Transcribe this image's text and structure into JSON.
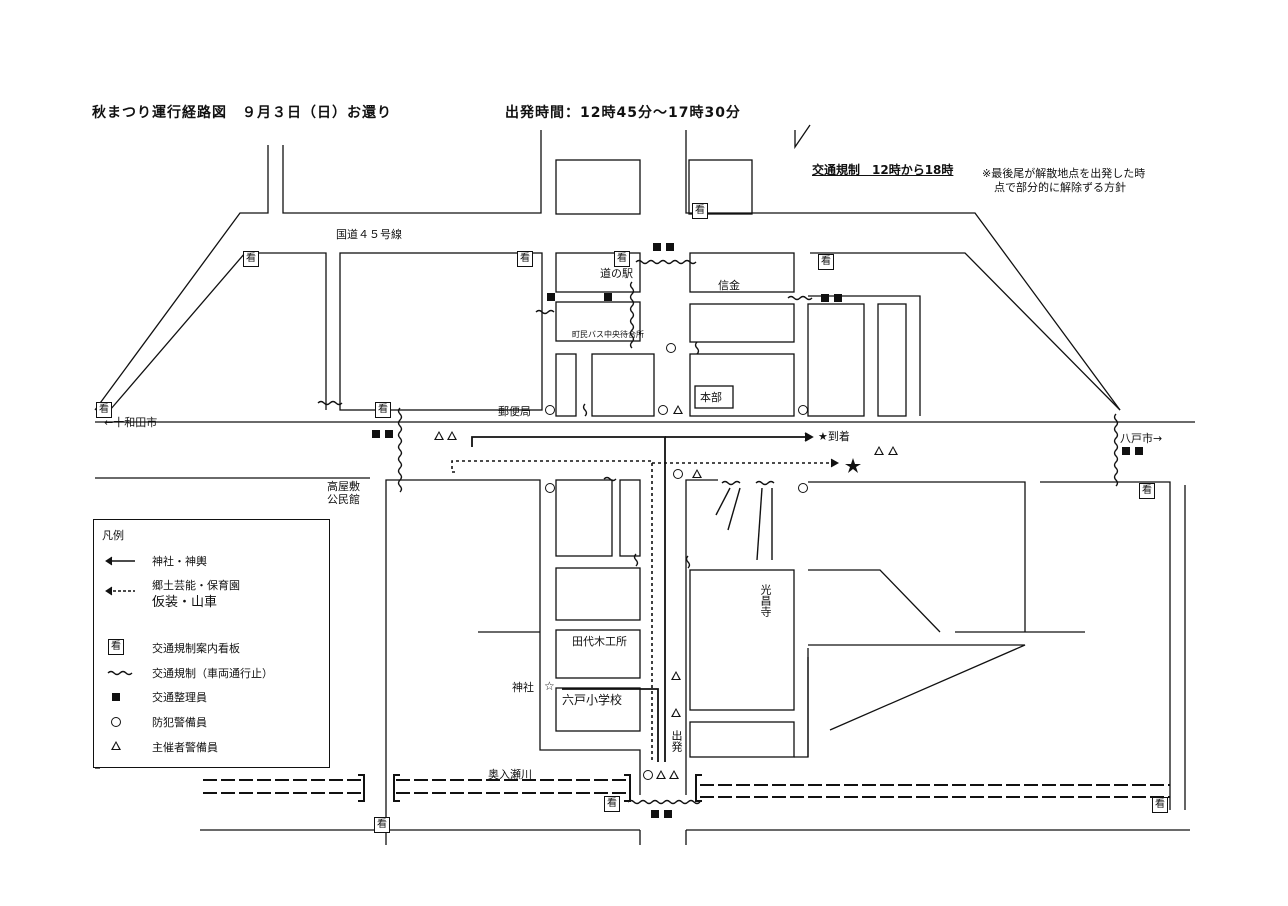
{
  "header": {
    "title": "秋まつり運行経路図　９月３日（日）お還り",
    "departure": "出発時間：12時45分～17時30分",
    "traffic_control": "交通規制　12時から18時",
    "note_line1": "※最後尾が解散地点を出発した時",
    "note_line2": "点で部分的に解除ずる方針"
  },
  "labels": {
    "route45": "国道４５号線",
    "michinoeki": "道の駅",
    "shinkin": "信金",
    "bus_waiting": "町民バス中央待合所",
    "honbu": "本部",
    "post_office": "郵便局",
    "towada": "←十和田市",
    "hachinohe": "八戸市→",
    "arrival": "★到着",
    "takayashiki_1": "高屋敷",
    "takayashiki_2": "公民館",
    "koshoji": "光昌寺",
    "tashiro": "田代木工所",
    "shrine": "神社",
    "school": "六戸小学校",
    "start": "出発",
    "river": "奥入瀬川"
  },
  "legend": {
    "title": "凡例",
    "items": [
      {
        "symbol": "solid-arrow",
        "label": "神社・神輿"
      },
      {
        "symbol": "dotted-arrow",
        "label": "郷土芸能・保育園"
      },
      {
        "symbol": "handwritten",
        "label": "仮装・山車"
      },
      {
        "symbol": "sign",
        "label": "交通規制案内看板"
      },
      {
        "symbol": "wavy-line",
        "label": "交通規制（車両通行止）"
      },
      {
        "symbol": "black-square",
        "label": "交通整理員"
      },
      {
        "symbol": "circle",
        "label": "防犯警備員"
      },
      {
        "symbol": "triangle",
        "label": "主催者警備員"
      }
    ],
    "sign_glyph": "看"
  },
  "colors": {
    "ink": "#111111",
    "paper": "#ffffff"
  }
}
